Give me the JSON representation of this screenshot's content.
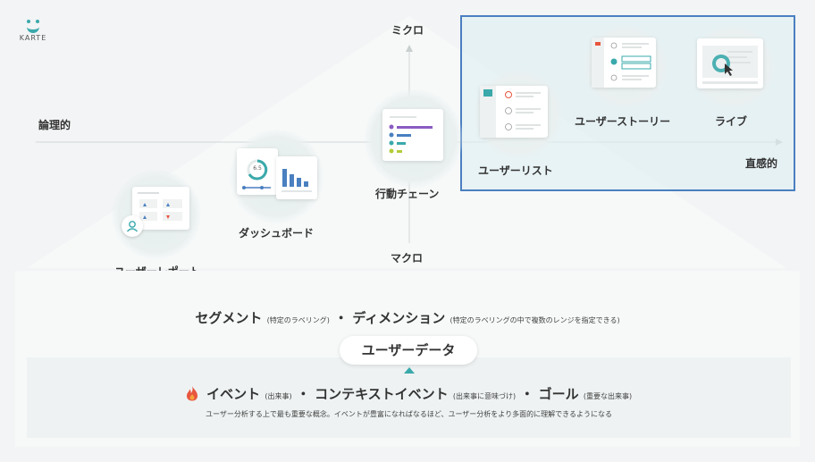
{
  "logo": {
    "text": "KARTE"
  },
  "axes": {
    "top": "ミクロ",
    "bottom": "マクロ",
    "left": "論理的",
    "right": "直感的"
  },
  "features": {
    "user_report": "ユーザーレポート",
    "dashboard": "ダッシュボード",
    "action_chain": "行動チェーン",
    "user_list": "ユーザーリスト",
    "user_story": "ユーザーストーリー",
    "live": "ライブ"
  },
  "dashboard_gauge": "6.5",
  "segment": {
    "label": "セグメント",
    "note": "(特定のラベリング)",
    "separator": "・",
    "dimension_label": "ディメンション",
    "dimension_note": "(特定のラベリングの中で複数のレンジを指定できる)"
  },
  "user_data": {
    "label": "ユーザーデータ"
  },
  "events": {
    "event_label": "イベント",
    "event_note": "(出来事)",
    "separator": "・",
    "context_label": "コンテキストイベント",
    "context_note": "(出来事に意味づけ)",
    "separator2": "・",
    "goal_label": "ゴール",
    "goal_note": "(重要な出来事)"
  },
  "description": "ユーザー分析する上で最も重要な概念。イベントが豊富になればなるほど、ユーザー分析をより多面的に理解できるようになる",
  "colors": {
    "accent": "#3aa9ab",
    "highlight_border": "#4a7fc0",
    "flame": "#e8553e"
  }
}
